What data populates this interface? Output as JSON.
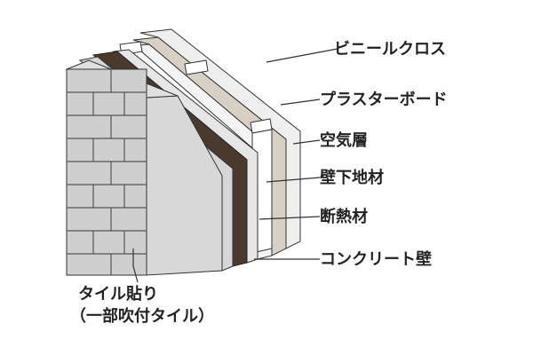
{
  "labels": {
    "vinyl_cloth": "ビニールクロス",
    "plasterboard": "プラスターボード",
    "air_layer": "空気層",
    "wall_base": "壁下地材",
    "insulation": "断熱材",
    "concrete_wall": "コンクリート壁",
    "tile": "タイル貼り",
    "tile_sub": "（一部吹付タイル）"
  },
  "colors": {
    "tile": "#cfcfcf",
    "concrete": "#d6d6d6",
    "insulation": "#e6e6e6",
    "dark_layer": "#4a3a2e",
    "plasterboard": "#d8d0c4",
    "vinyl": "#efefef",
    "outline": "#333333"
  }
}
